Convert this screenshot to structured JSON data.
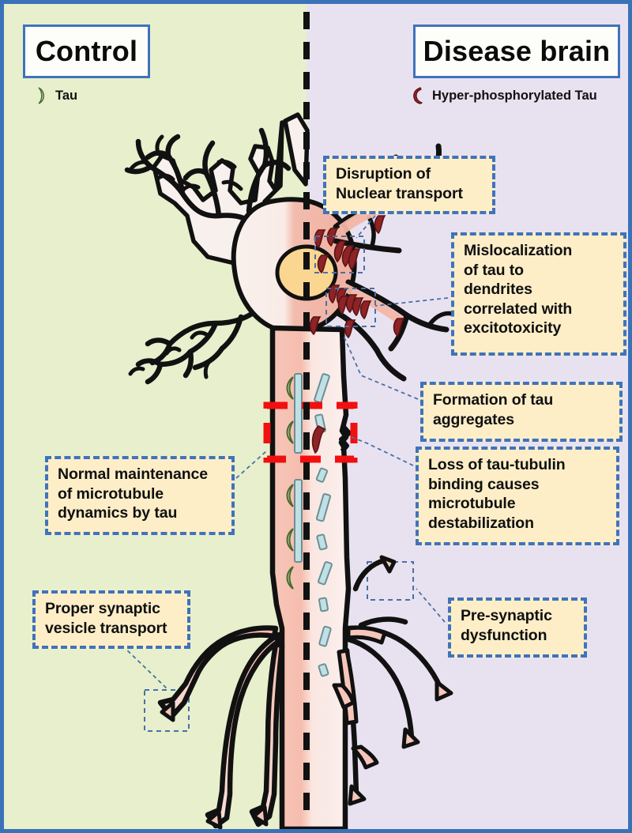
{
  "figure": {
    "border_color": "#3a72b8",
    "left_panel_label": "Control",
    "right_panel_label": "Disease brain",
    "left_bg_color": "#e7efcc",
    "right_bg_color": "#e8e2f0",
    "divider": "vertical black dashed line"
  },
  "headers": {
    "control": "Control",
    "disease": "Disease brain"
  },
  "legend": {
    "control": {
      "icon": "tau-crescent-icon",
      "label": "Tau",
      "color": "#b8cf96"
    },
    "disease": {
      "icon": "hyperphosphorylated-tau-hook-icon",
      "label": "Hyper-phosphorylated Tau",
      "color": "#8e2326"
    }
  },
  "callouts": [
    {
      "id": "nuclear",
      "side": "disease",
      "lines": [
        "Disruption of",
        "Nuclear transport"
      ]
    },
    {
      "id": "mislocalization",
      "side": "disease",
      "lines": [
        "Mislocalization",
        "of tau to",
        "dendrites",
        "correlated with",
        "excitotoxicity"
      ]
    },
    {
      "id": "aggregates",
      "side": "disease",
      "lines": [
        "Formation of tau",
        "aggregates"
      ]
    },
    {
      "id": "tubulin",
      "side": "disease",
      "lines": [
        "Loss of tau-tubulin",
        "binding causes",
        "microtubule",
        "destabilization"
      ]
    },
    {
      "id": "presynaptic",
      "side": "disease",
      "lines": [
        "Pre-synaptic",
        "dysfunction"
      ]
    },
    {
      "id": "microtubule",
      "side": "control",
      "lines": [
        "Normal maintenance",
        "of microtubule",
        "dynamics by tau"
      ]
    },
    {
      "id": "vesicle",
      "side": "control",
      "lines": [
        "Proper synaptic",
        "vesicle transport"
      ]
    }
  ],
  "colors": {
    "callout_fill": "#fdeec8",
    "callout_border": "#3f73bb",
    "title_border": "#3f73bb",
    "neuron_soma_control": "#f7ebe8",
    "neuron_soma_disease": "#f3b9ab",
    "nucleus": "#fbd98a",
    "microtubule": "#bfe0e4",
    "tau_green": "#b8cf96",
    "tau_red": "#8e2326",
    "highlight_box_red": "#f01010",
    "leader_line": "#4a6fa8"
  },
  "annotations": {
    "red_highlight_box": "red dashed rectangle over axon microtubule region",
    "small_dashed_boxes": [
      "nuclear-transport inset box",
      "tau-aggregate inset box",
      "control-synapse inset box",
      "disease-synapse inset box"
    ]
  }
}
